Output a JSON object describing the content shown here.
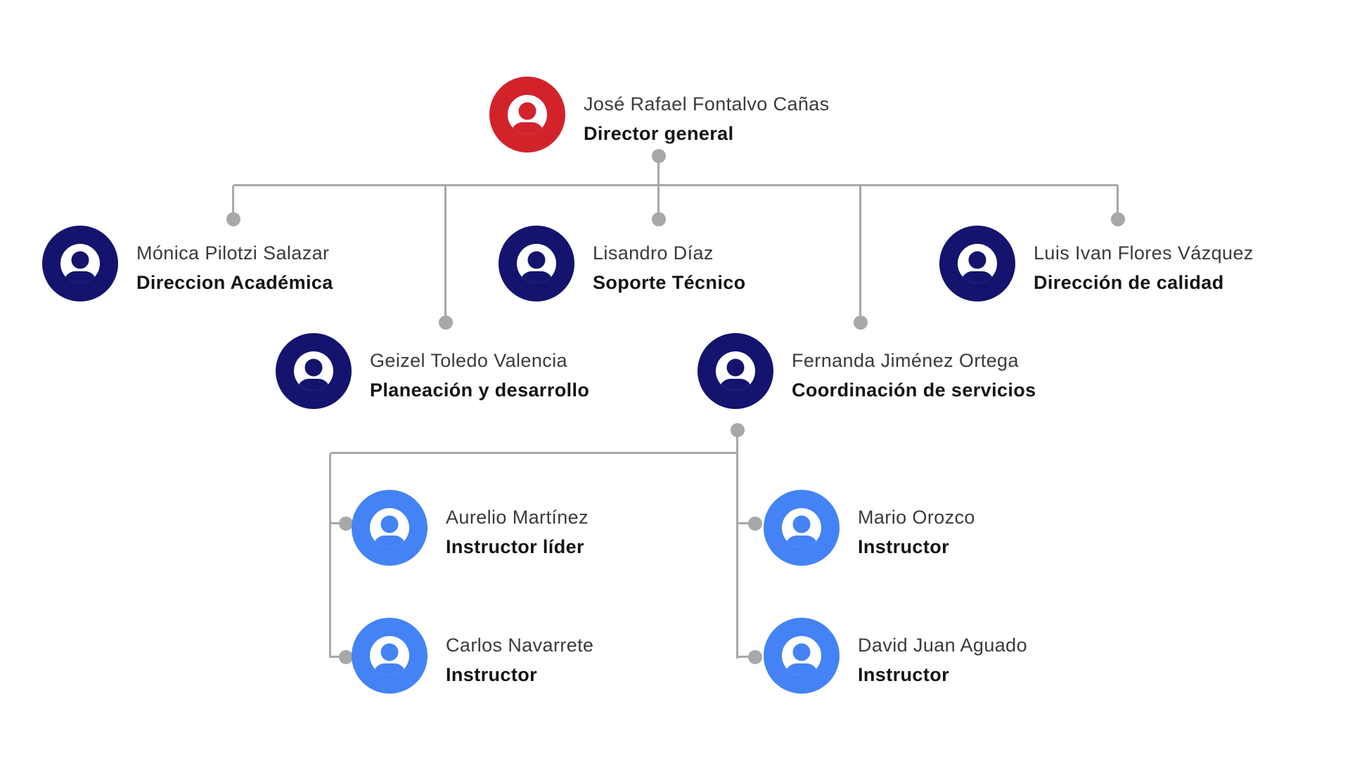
{
  "diagram": {
    "kind": "organizational-chart",
    "levels": 4
  },
  "palette": {
    "root_node": "#d2232b",
    "management_node": "#14136e",
    "instructor_node": "#4483f5",
    "connector_line": "#a8a8a8",
    "name_text": "#3a3a3a",
    "title_text": "#141414",
    "background": "#ffffff"
  },
  "nodes": [
    {
      "name": "José Rafael Fontalvo Cañas",
      "title": "Director general",
      "color": "red",
      "reports_to": null
    },
    {
      "name": "Mónica Pilotzi Salazar",
      "title": "Direccion Académica",
      "color": "navy",
      "reports_to": "José Rafael Fontalvo Cañas"
    },
    {
      "name": "Lisandro Díaz",
      "title": "Soporte Técnico",
      "color": "navy",
      "reports_to": "José Rafael Fontalvo Cañas"
    },
    {
      "name": "Luis Ivan Flores Vázquez",
      "title": "Dirección de calidad",
      "color": "navy",
      "reports_to": "José Rafael Fontalvo Cañas"
    },
    {
      "name": "Geizel Toledo Valencia",
      "title": "Planeación y desarrollo",
      "color": "navy",
      "reports_to": "José Rafael Fontalvo Cañas"
    },
    {
      "name": "Fernanda Jiménez Ortega",
      "title": "Coordinación de servicios",
      "color": "navy",
      "reports_to": "José Rafael Fontalvo Cañas"
    },
    {
      "name": "Aurelio Martínez",
      "title": "Instructor líder",
      "color": "blue",
      "reports_to": "Fernanda Jiménez Ortega"
    },
    {
      "name": "Mario Orozco",
      "title": "Instructor",
      "color": "blue",
      "reports_to": "Fernanda Jiménez Ortega"
    },
    {
      "name": "Carlos Navarrete",
      "title": "Instructor",
      "color": "blue",
      "reports_to": "Fernanda Jiménez Ortega"
    },
    {
      "name": "David Juan Aguado",
      "title": "Instructor",
      "color": "blue",
      "reports_to": "Fernanda Jiménez Ortega"
    }
  ]
}
